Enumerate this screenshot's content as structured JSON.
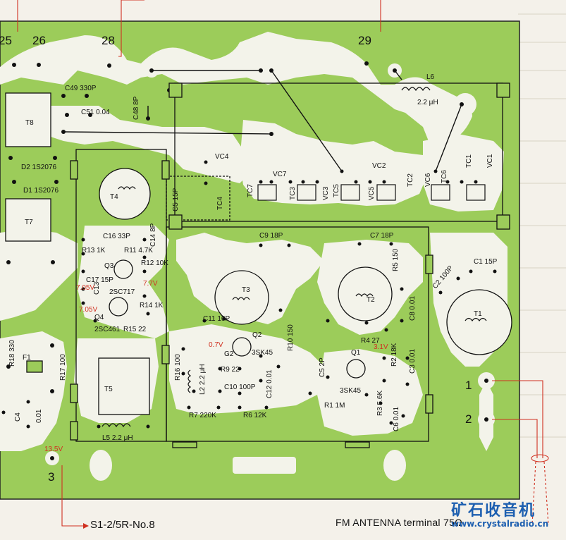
{
  "colors": {
    "board": "#9ccc5a",
    "trace": "#f3f3ea",
    "ink": "#111111",
    "red": "#d03020",
    "watermark": "#1d5fb0"
  },
  "terminals": {
    "t25": "25",
    "t26": "26",
    "t28": "28",
    "t29": "29",
    "t1": "1",
    "t2": "2",
    "t3": "3"
  },
  "components": {
    "c49": "C49 330P",
    "c51": "C51 0.04",
    "c48": "C48 8P",
    "t8": "T8",
    "d2": "D2 1S2076",
    "d1": "D1 1S2076",
    "t7": "T7",
    "t4": "T4",
    "c5": "C5 15P",
    "tc4": "TC4",
    "vc4": "VC4",
    "tc7": "TC7",
    "vc7": "VC7",
    "tc3": "TC3",
    "vc3": "VC3",
    "tc5": "TC5",
    "vc5": "VC5",
    "vc2": "VC2",
    "tc2": "TC2",
    "vc6": "VC6",
    "tc6": "TC6",
    "tc1": "TC1",
    "vc1": "VC1",
    "l6": "L6",
    "l6v": "2.2 μH",
    "c16": "C16 33P",
    "c14": "C14 8P",
    "r13": "R13 1K",
    "r11": "R11 4.7K",
    "r12": "R12 10K",
    "q3": "Q3",
    "c17": "C17 15P",
    "c13": "C13",
    "q_type1": "2SC717",
    "q4": "Q4",
    "q_type2": "2SC461",
    "r14": "R14 1K",
    "r15": "R15 22",
    "c9": "C9 18P",
    "t3": "T3",
    "c11": "C11 10P",
    "q2": "Q2",
    "g2": "G2",
    "q2_type": "3SK45",
    "r10": "R10 150",
    "c7": "C7 18P",
    "r5": "R5 150",
    "t2": "T2",
    "c8": "C8 0.01",
    "c2": "C2 100P",
    "c1": "C1 15P",
    "t1": "T1",
    "r4": "R4 27",
    "q1": "Q1",
    "q1_type": "3SK45",
    "r2": "R2 18K",
    "c3": "C3 0.01",
    "c5b": "C5 2P",
    "r1": "R1 1M",
    "r3": "R3 5.6K",
    "c6": "C6 0.01",
    "r16": "R16 100",
    "l2": "L2 2.2 μH",
    "r9": "R9 22",
    "c12": "C12 0.01",
    "c10": "C10 100P",
    "r7": "R7 220K",
    "r6": "R6 12K",
    "r18": "R18 330",
    "f1": "F1",
    "r17": "R17 100",
    "t5": "T5",
    "c4": "C4",
    "c4v": "0.01",
    "l5": "L5 2.2 μH"
  },
  "voltages": {
    "v1": "7.05V",
    "v2": "7.05V",
    "v3": "7.7V",
    "v4": "0.7V",
    "v5": "3.1V",
    "v6": "13.5V"
  },
  "footer": {
    "switch_ref": "S1-2/5R-No.8",
    "antenna": "FM ANTENNA terminal 75Ω"
  },
  "watermark": {
    "chinese": "矿石收音机",
    "url": "www.crystalradio.cn"
  }
}
